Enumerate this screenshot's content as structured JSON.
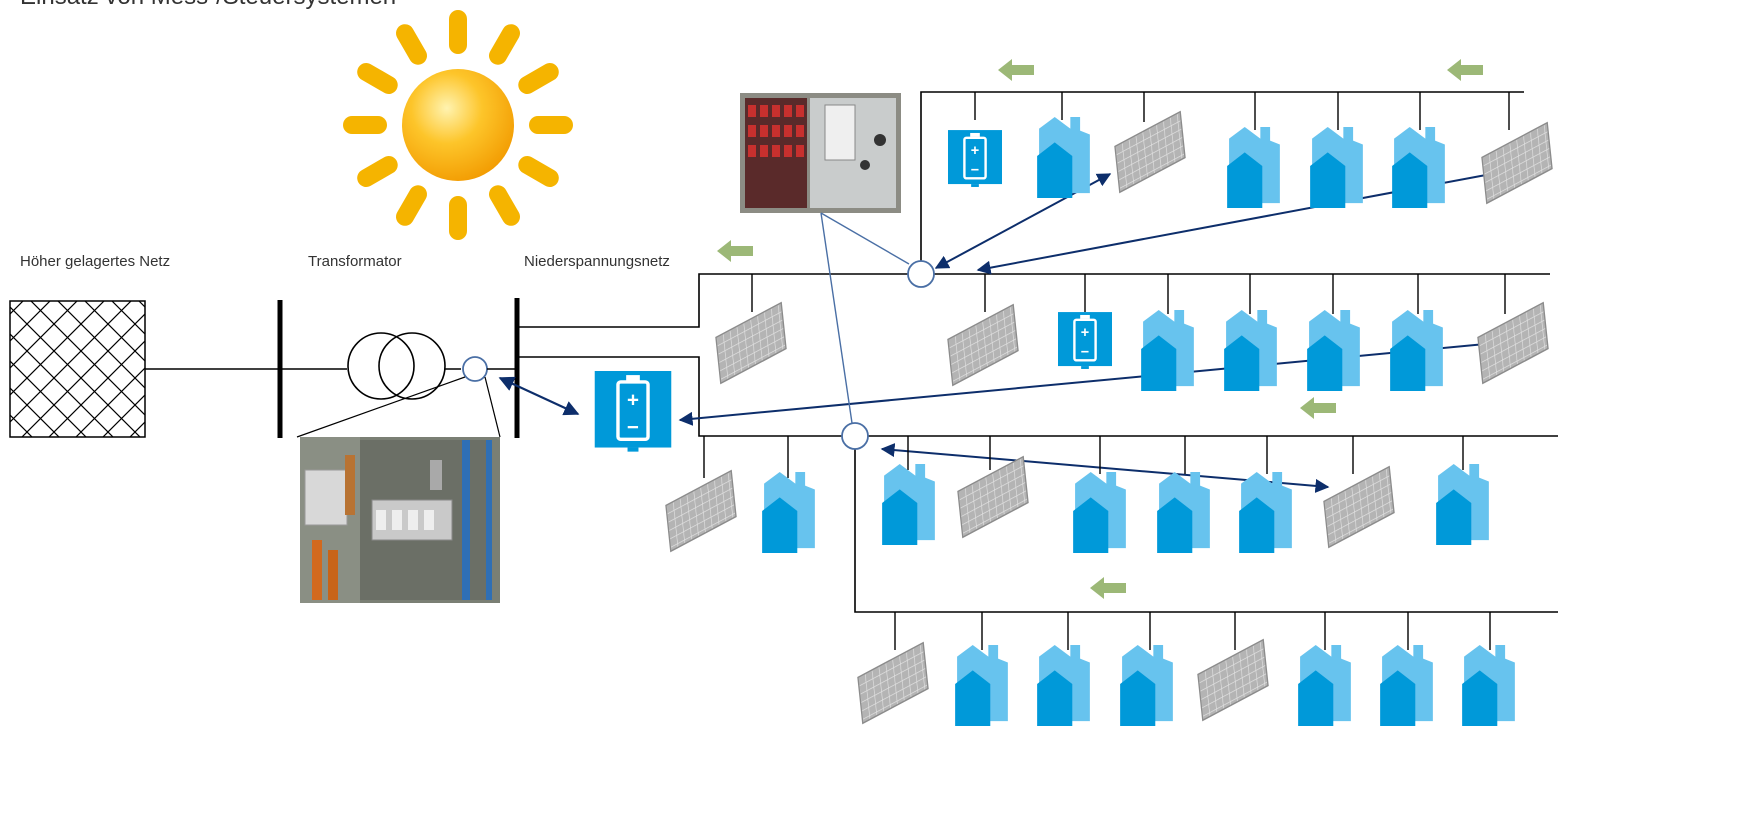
{
  "title": "Einsatz von Mess-/Steuersystemen",
  "labels": {
    "upstream_grid": "Höher gelagertes Netz",
    "transformer": "Transformator",
    "low_voltage_grid": "Niederspannungsnetz"
  },
  "colors": {
    "house_light": "#67C3EE",
    "house_dark": "#0099D9",
    "battery_blue": "#0099D9",
    "flow_arrow": "#9CB877",
    "comm_arrow": "#0D2E6B",
    "solar_panel": "#A5A5A5",
    "sun": "#F5B400",
    "line": "#000000"
  },
  "icons": [
    "sun-icon",
    "house-icon",
    "solar-panel-icon",
    "battery-icon",
    "flow-arrow-icon",
    "measurement-node-icon",
    "transformer-icon",
    "busbar-icon",
    "photo-device-cabinet",
    "photo-transformer-station"
  ]
}
